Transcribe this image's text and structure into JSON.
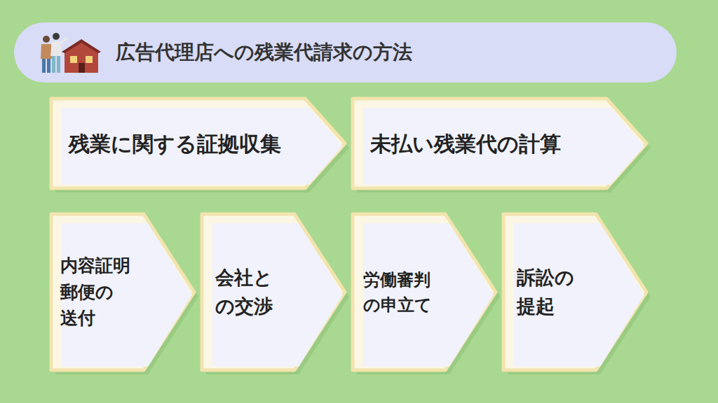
{
  "diagram": {
    "title": "広告代理店への残業代請求の方法",
    "nodes": [
      {
        "text": [
          "残業に関する証拠収集"
        ]
      },
      {
        "text": [
          "未払い残業代の計算"
        ]
      },
      {
        "text": [
          "内容証明 郵便の 送付"
        ]
      },
      {
        "text": [
          "会社と の交渉"
        ]
      },
      {
        "text": [
          "労働審判 の申立て"
        ]
      },
      {
        "text": [
          "訴訟の 提起"
        ]
      }
    ]
  }
}
